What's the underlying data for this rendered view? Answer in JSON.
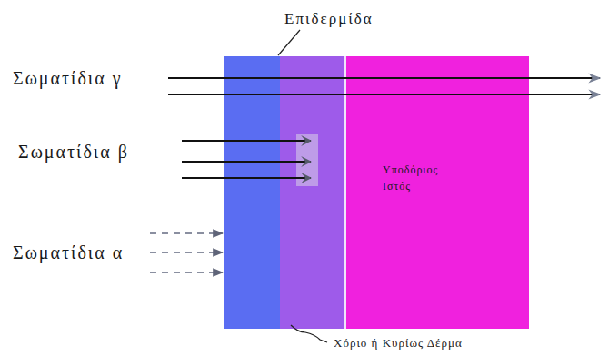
{
  "diagram": {
    "nodes": [
      {
        "text": [
          "Επιδερμίδα"
        ]
      },
      {
        "text": [
          "Χόριο ή Κυρίως Δέρμα"
        ]
      },
      {
        "text": [
          "Υποδόριος Ιστός"
        ]
      }
    ],
    "labels": [
      "Σωματίδια γ",
      "Σωματίδια β",
      "Σωματίδια α"
    ]
  }
}
